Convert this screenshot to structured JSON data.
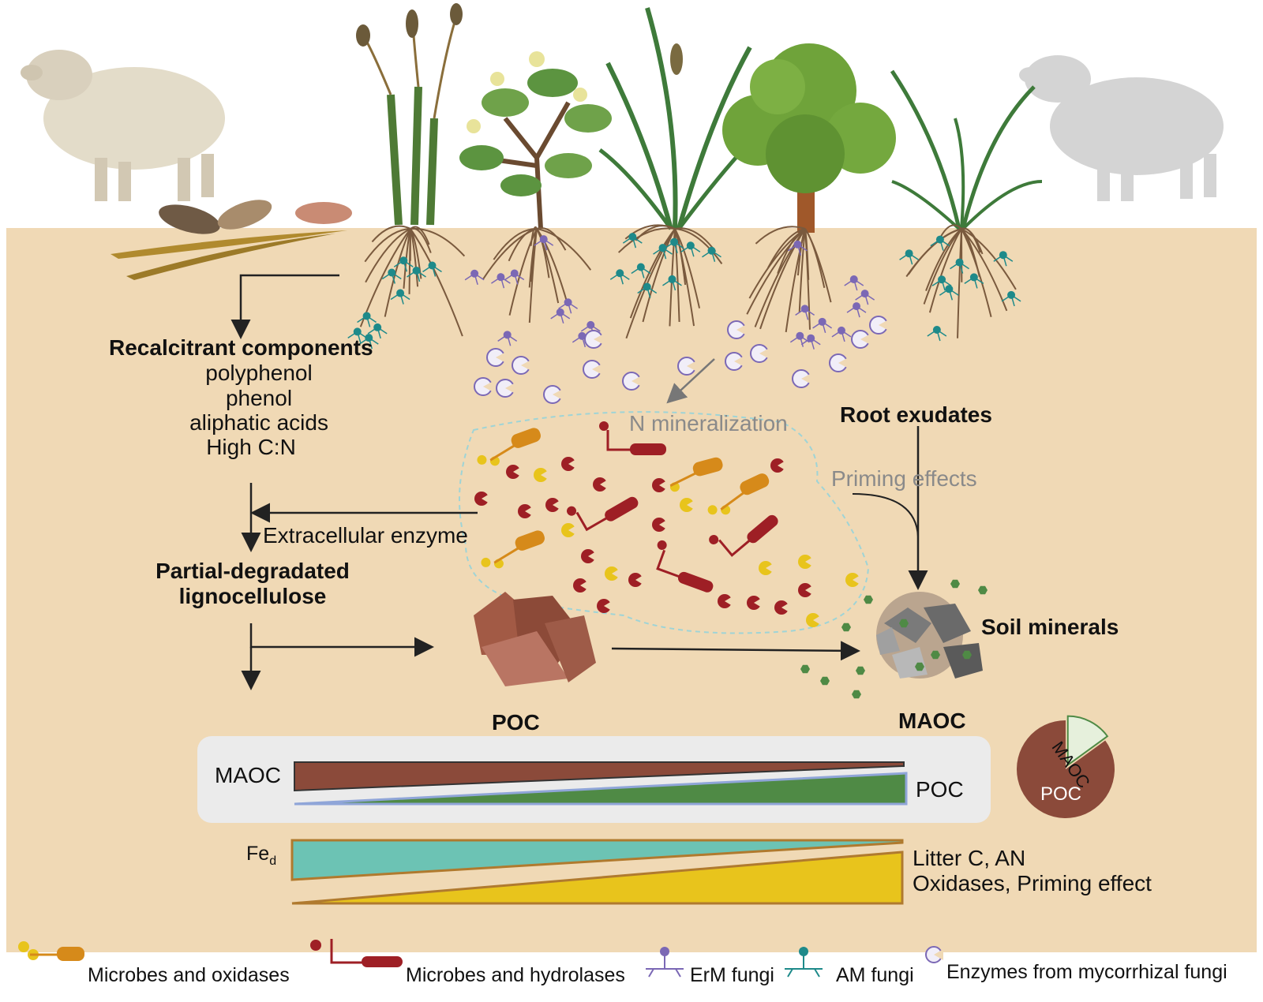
{
  "decomposition": {
    "recalcitrant_title": "Recalcitrant components",
    "components": [
      "polyphenol",
      "phenol",
      "aliphatic acids",
      "High C:N"
    ],
    "extracellular_enzyme": "Extracellular enzyme",
    "partial_degraded_line1": "Partial-degradated",
    "partial_degraded_line2": "lignocellulose"
  },
  "labels": {
    "n_mineralization": "N mineralization",
    "root_exudates": "Root exudates",
    "priming_effects": "Priming effects",
    "soil_minerals": "Soil minerals",
    "poc": "POC",
    "maoc": "MAOC"
  },
  "gradient_panel": {
    "maoc_label": "MAOC",
    "poc_label": "POC"
  },
  "pie": {
    "slices": [
      {
        "label": "POC",
        "share": 0.85,
        "color": "#8B4A3A"
      },
      {
        "label": "MAOC",
        "share": 0.15,
        "color": "#E6F0DC"
      }
    ]
  },
  "fed_panel": {
    "fed_label": "Fe",
    "fed_subscript": "d",
    "right_line1": "Litter  C, AN",
    "right_line2": "Oxidases, Priming effect"
  },
  "legend": {
    "oxidases": "Microbes and oxidases",
    "hydrolases": "Microbes and hydrolases",
    "erm": "ErM fungi",
    "am": "AM fungi",
    "enzymes": "Enzymes from mycorrhizal fungi"
  },
  "colors": {
    "soil": "#F0D9B5",
    "poc_brown": "#8B4A3A",
    "green": "#4F8A45",
    "teal": "#6CC3B4",
    "yellow": "#E8C41C",
    "oxidase_orange": "#D68A1A",
    "hydrolase_red": "#9E1F25",
    "erm_purple": "#7B68B5",
    "am_teal": "#1E8A8A"
  }
}
